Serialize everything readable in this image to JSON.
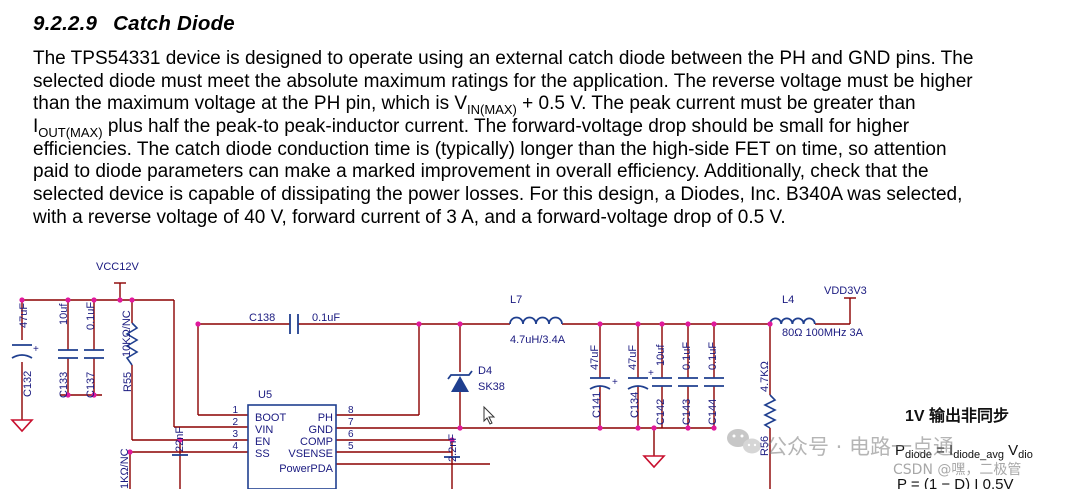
{
  "section": {
    "number": "9.2.2.9",
    "title": "Catch Diode"
  },
  "paragraph": {
    "l1": "The TPS54331 device is designed to operate using an external catch diode between the PH and GND pins. The",
    "l2": "selected diode must meet the absolute maximum ratings for the application. The reverse voltage must be higher",
    "l3a": "than the maximum voltage at the PH pin, which is V",
    "l3sub": "IN(MAX)",
    "l3b": " + 0.5 V. The peak current must be greater than",
    "l4a": "I",
    "l4sub": "OUT(MAX)",
    "l4b": " plus half the peak-to peak-inductor current. The forward-voltage drop should be small for higher",
    "l5": "efficiencies. The catch diode conduction time is (typically) longer than the high-side FET on time, so attention",
    "l6": "paid to diode parameters can make a marked improvement in overall efficiency. Additionally, check that the",
    "l7": "selected device is capable of dissipating the power losses. For this design, a Diodes, Inc. B340A was selected,",
    "l8": "with a reverse voltage of 40 V, forward current of 3 A, and a forward-voltage drop of 0.5 V."
  },
  "schematic": {
    "vcc_label": "VCC12V",
    "vdd_label": "VDD3V3",
    "c132_ref": "C132",
    "c132_val": "47uF",
    "c133_ref": "C133",
    "c133_val": "10uf",
    "c137_ref": "C137",
    "c137_val": "0.1uF",
    "r55_ref": "R55",
    "r55_val": "10KΩ/NC",
    "c138_ref": "C138",
    "c138_val": "0.1uF",
    "l7_ref": "L7",
    "l7_val": "4.7uH/3.4A",
    "d4_ref": "D4",
    "d4_val": "SK38",
    "l4_ref": "L4",
    "l4_val": "80Ω 100MHz 3A",
    "c141_ref": "C141",
    "c141_val": "47uF",
    "c134_ref": "C134",
    "c134_val": "47uF",
    "c142_ref": "C142",
    "c142_val": "10uf",
    "c143_ref": "C143",
    "c143_val": "0.1uF",
    "c144_ref": "C144",
    "c144_val": "0.1uF",
    "r56_ref": "R56",
    "r56_val": "4.7KΩ",
    "u5_ref": "U5",
    "u5_pins_left": [
      "BOOT",
      "VIN",
      "EN",
      "SS"
    ],
    "u5_pins_right": [
      "PH",
      "GND",
      "COMP",
      "VSENSE",
      "PowerPDA"
    ],
    "u5_pin_nums_left": [
      "1",
      "2",
      "3",
      "4"
    ],
    "u5_pin_nums_right": [
      "8",
      "7",
      "6",
      "5"
    ],
    "cap_22nf_a": "22nF",
    "cap_22nf_b": "2.2nF",
    "res_bottom": "1KΩ/NC",
    "plus": "+"
  },
  "annotations": {
    "title_cn": "1V 输出非同步",
    "formula1": "P",
    "formula1_sub": "diode",
    "formula1_rest": " = I",
    "formula1_sub2": "diode_avg",
    "formula1_rest2": " V",
    "formula1_sub3": "dio",
    "formula2": "P",
    "formula2_rest": " = (1 − D) I",
    "formula2_rest2": " 0.5V",
    "wm_main": "公众号 · 电路一点通",
    "wm_csdn": "CSDN @嘿，二极管"
  },
  "colors": {
    "wire": "#8b0000",
    "node": "#e0199c",
    "component": "#1f3f8f",
    "label": "#1a1a80",
    "ground": "#c8102e"
  }
}
